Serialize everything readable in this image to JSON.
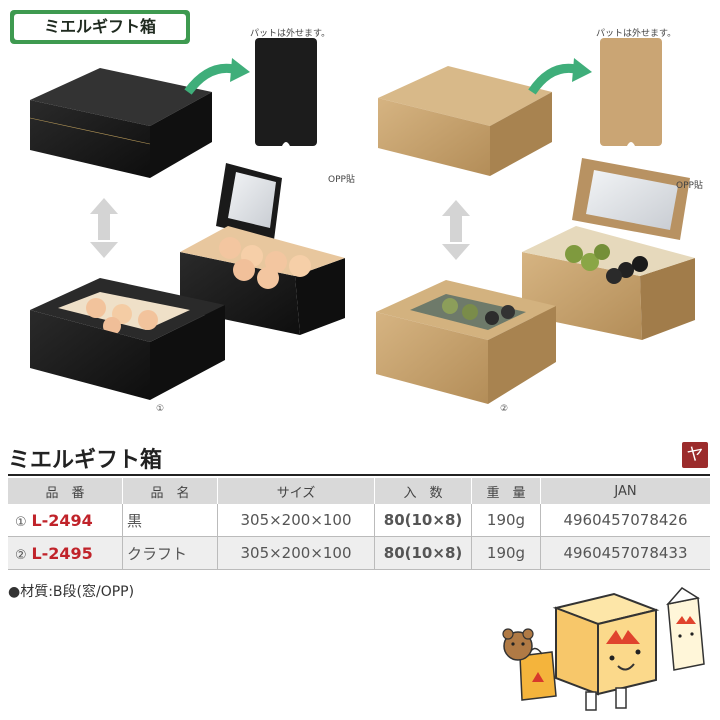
{
  "header_tag": "ミエルギフト箱",
  "tray_note": "パットは外せます。",
  "opp_label": "OPP貼",
  "photo_numbers": [
    "①",
    "②"
  ],
  "section_title": "ミエルギフト箱",
  "corner_badge": "ヤ",
  "table": {
    "headers": [
      "品　番",
      "品　名",
      "サイズ",
      "入　数",
      "重　量",
      "JAN"
    ],
    "rows": [
      {
        "no": "①",
        "code": "L-2494",
        "name": "黒",
        "size": "305×200×100",
        "qty": "80(10×8)",
        "weight": "190g",
        "jan": "4960457078426"
      },
      {
        "no": "②",
        "code": "L-2495",
        "name": "クラフト",
        "size": "305×200×100",
        "qty": "80(10×8)",
        "weight": "190g",
        "jan": "4960457078433"
      }
    ]
  },
  "material_note": "●材質:B段(窓/OPP)",
  "colors": {
    "green": "#3e9a50",
    "red_code": "#c0232a",
    "badge": "#9b2b2b",
    "kraft": "#c9a56e",
    "black_box": "#1b1b1b"
  }
}
